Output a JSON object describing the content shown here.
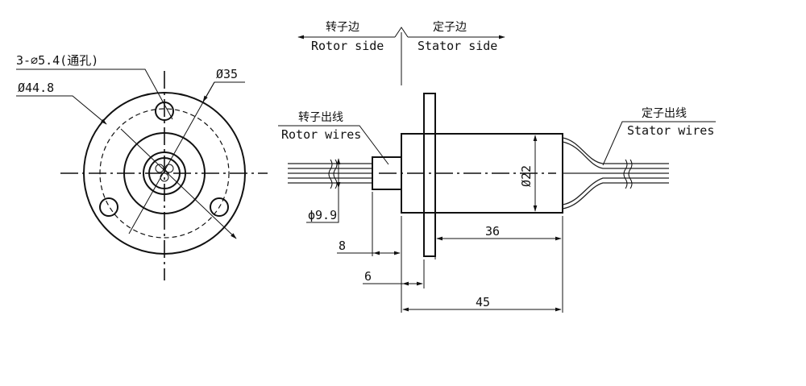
{
  "labels": {
    "hole_spec": "3-⌀5.4(通孔)",
    "flange_dia": "Ø44.8",
    "pcd_dia": "Ø35",
    "rotor_side_cn": "转子边",
    "rotor_side_en": "Rotor side",
    "stator_side_cn": "定子边",
    "stator_side_en": "Stator side",
    "rotor_wires_cn": "转子出线",
    "rotor_wires_en": "Rotor wires",
    "stator_wires_cn": "定子出线",
    "stator_wires_en": "Stator wires",
    "body_dia": "Ø22",
    "shaft_dia": "ϕ9.9",
    "dim_36": "36",
    "dim_8": "8",
    "dim_6": "6",
    "dim_45": "45"
  }
}
